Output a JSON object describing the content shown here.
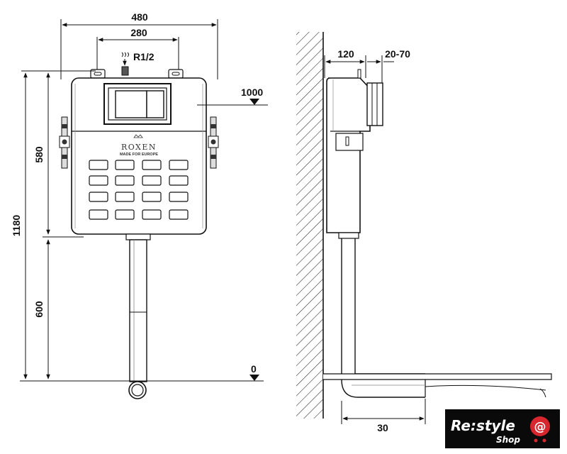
{
  "front_view": {
    "dims": {
      "total_width": "480",
      "frame_width": "280",
      "thread": "R1/2",
      "height_total": "1180",
      "height_upper": "580",
      "height_lower": "600",
      "flush_level": "1000",
      "floor_level": "0"
    },
    "brand": "ROXEN",
    "brand_sub": "MADE FOR EUROPE"
  },
  "side_view": {
    "dims": {
      "depth": "120",
      "plate_range": "20-70",
      "outlet_offset": "30"
    }
  },
  "watermark": {
    "name": "Re:style",
    "sub": "Shop",
    "icon": "cart-icon"
  }
}
